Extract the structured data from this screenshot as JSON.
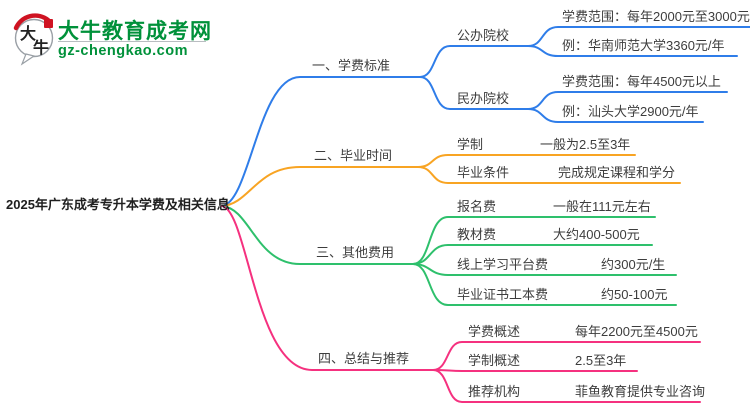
{
  "logo": {
    "site_name": "大牛教育成考网",
    "site_url": "gz-chengkao.com",
    "mark_char_top": "大",
    "mark_char_bottom": "牛",
    "brand_green": "#00913A",
    "seal_red": "#CF1322"
  },
  "root": {
    "title": "2025年广东成考专升本学费及相关信息"
  },
  "colors": {
    "branch1_blue": "#2F7DE9",
    "branch2_orange": "#F8A423",
    "branch3_green": "#2EC06C",
    "branch4_pink": "#F5317F",
    "text": "#3D3D3D"
  },
  "branches": [
    {
      "label": "一、学费标准",
      "color": "#2F7DE9",
      "children": [
        {
          "label": "公办院校",
          "leaves": [
            "学费范围：每年2000元至3000元",
            "例：华南师范大学3360元/年"
          ]
        },
        {
          "label": "民办院校",
          "leaves": [
            "学费范围：每年4500元以上",
            "例：汕头大学2900元/年"
          ]
        }
      ]
    },
    {
      "label": "二、毕业时间",
      "color": "#F8A423",
      "children": [
        {
          "label": "学制",
          "value": "一般为2.5至3年"
        },
        {
          "label": "毕业条件",
          "value": "完成规定课程和学分"
        }
      ]
    },
    {
      "label": "三、其他费用",
      "color": "#2EC06C",
      "children": [
        {
          "label": "报名费",
          "value": "一般在111元左右"
        },
        {
          "label": "教材费",
          "value": "大约400-500元"
        },
        {
          "label": "线上学习平台费",
          "value": "约300元/生"
        },
        {
          "label": "毕业证书工本费",
          "value": "约50-100元"
        }
      ]
    },
    {
      "label": "四、总结与推荐",
      "color": "#F5317F",
      "children": [
        {
          "label": "学费概述",
          "value": "每年2200元至4500元"
        },
        {
          "label": "学制概述",
          "value": "2.5至3年"
        },
        {
          "label": "推荐机构",
          "value": "菲鱼教育提供专业咨询"
        }
      ]
    }
  ]
}
